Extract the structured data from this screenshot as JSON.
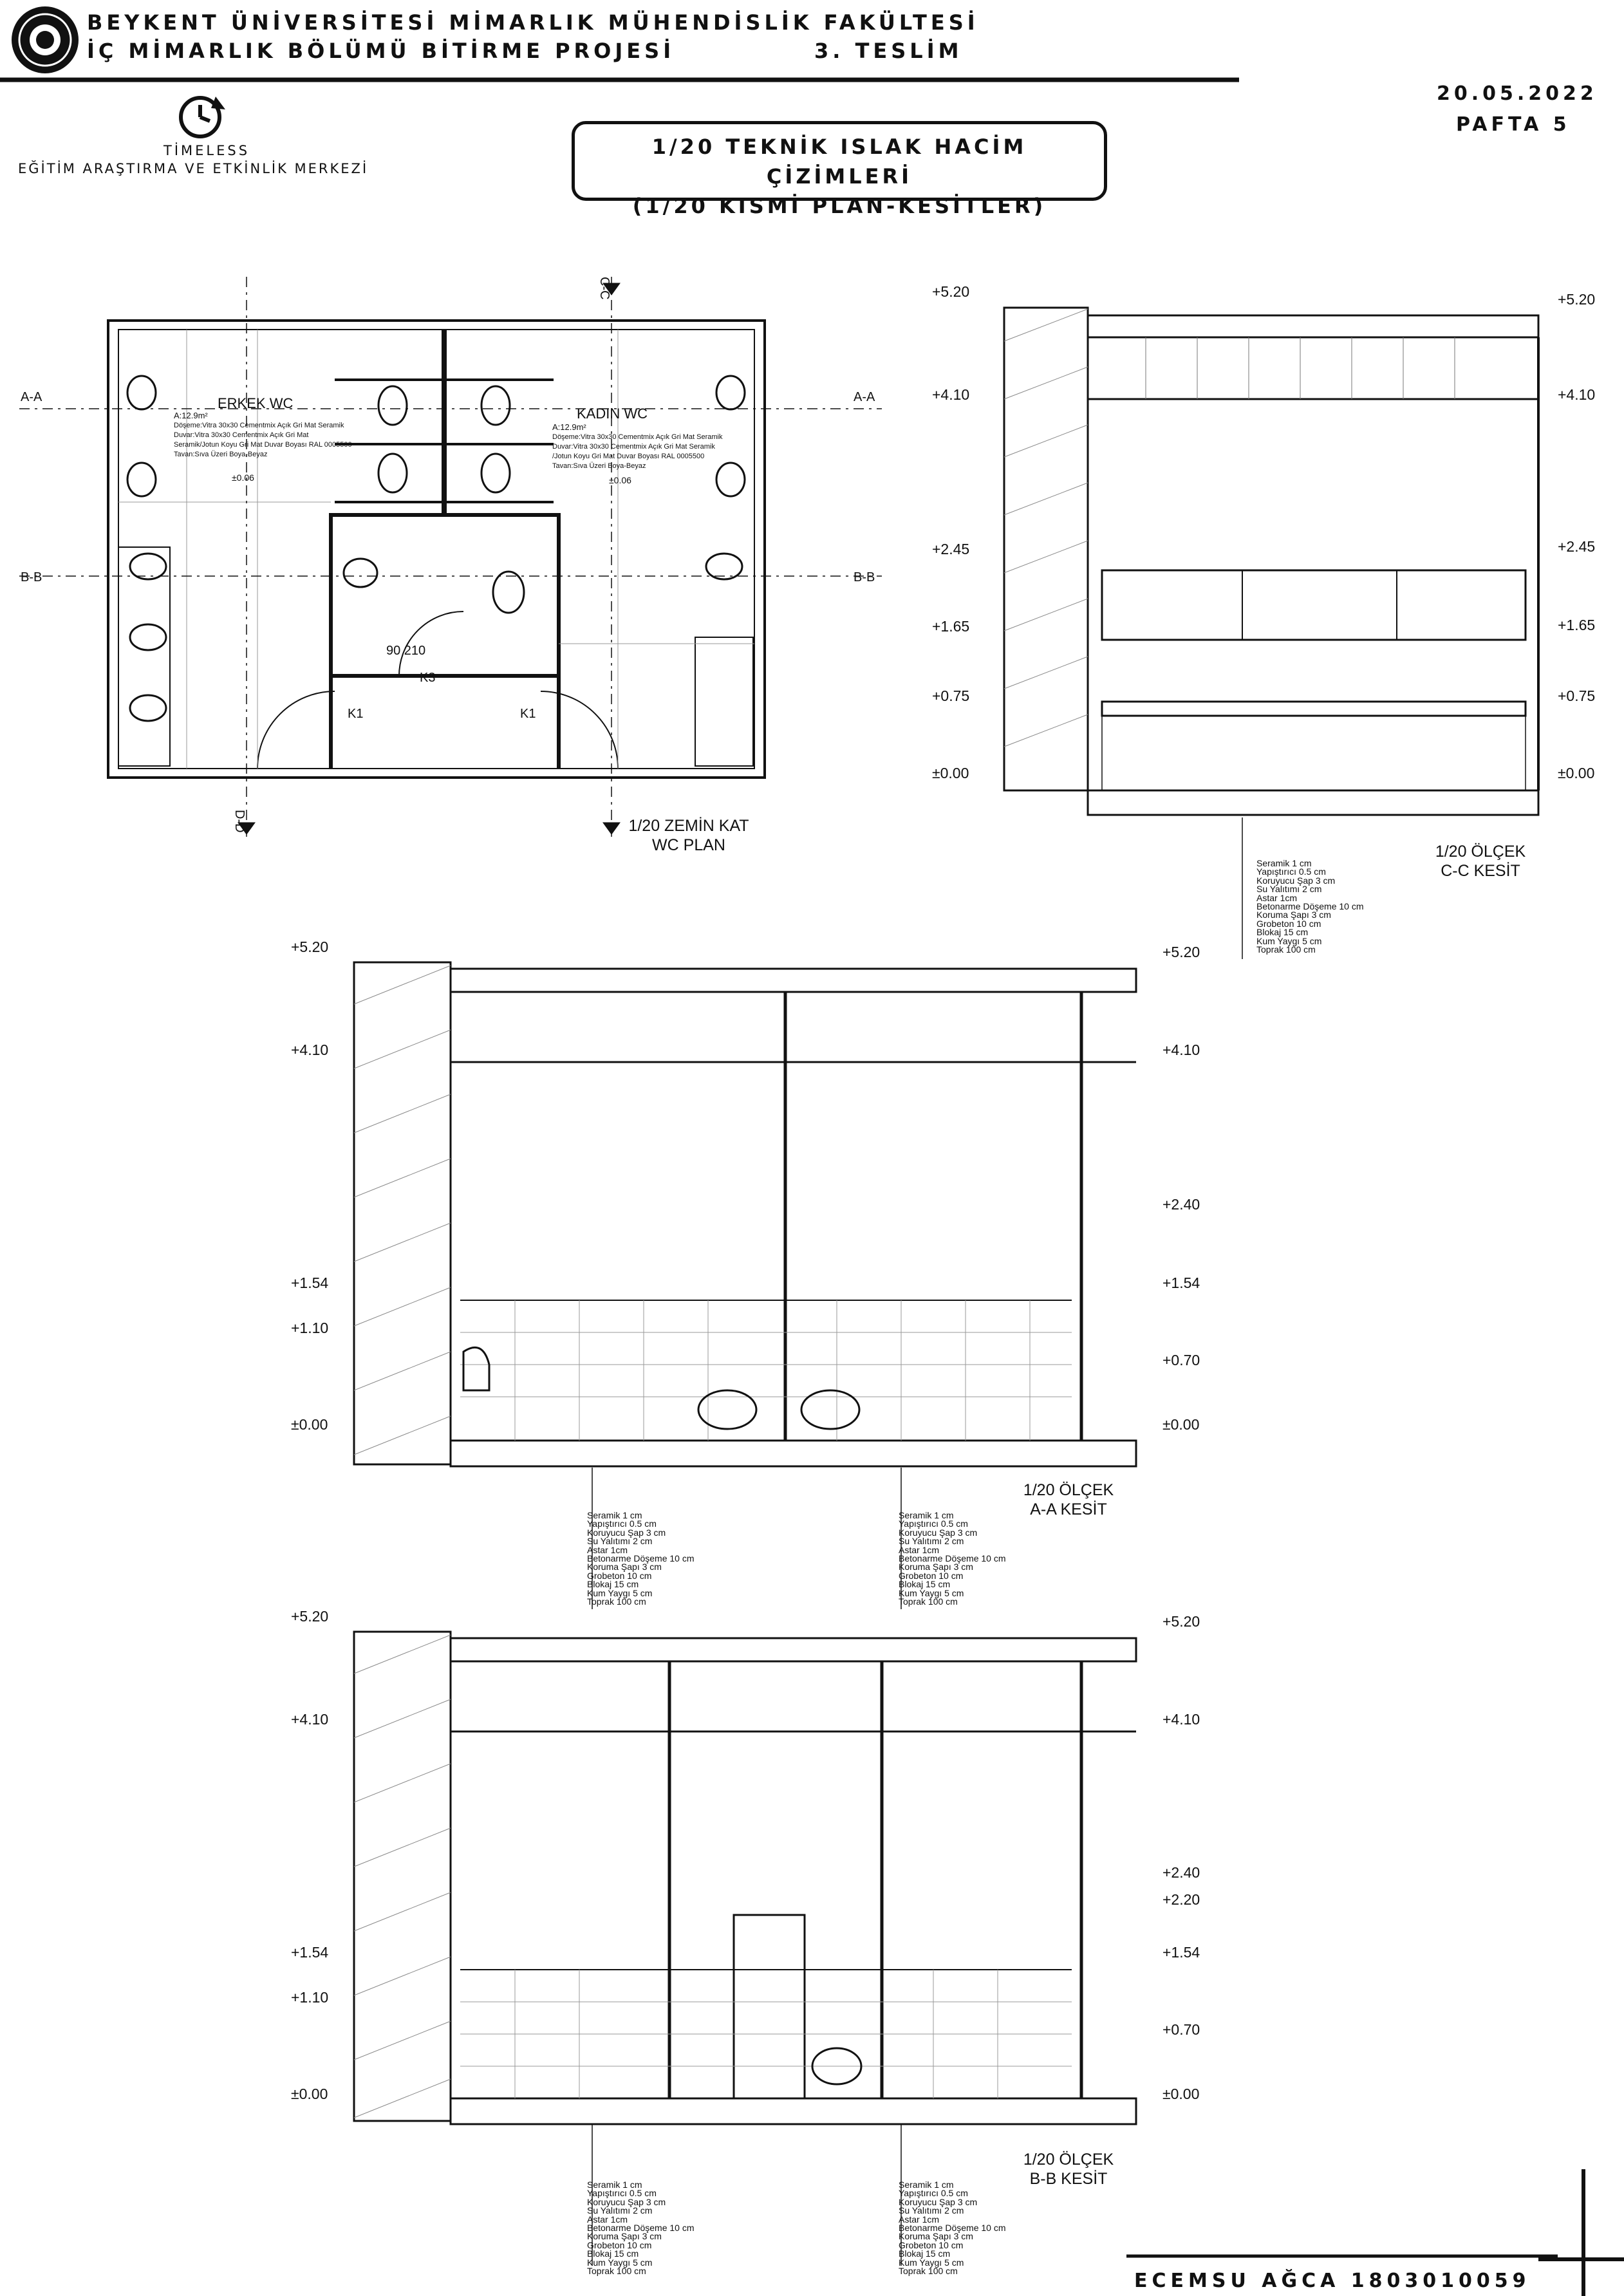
{
  "header": {
    "university_line": "BEYKENT ÜNİVERSİTESİ MİMARLIK MÜHENDİSLİK FAKÜLTESİ",
    "department_line": "İÇ MİMARLIK BÖLÜMÜ BİTİRME PROJESİ",
    "submission": "3. TESLİM",
    "date": "20.05.2022",
    "sheet": "PAFTA 5"
  },
  "project": {
    "logo_name": "TİMELESS",
    "subtitle": "EĞİTİM ARAŞTIRMA VE ETKİNLİK MERKEZİ"
  },
  "drawing_title": {
    "line1": "1/20 TEKNİK ISLAK HACİM ÇİZİMLERİ",
    "line2": "(1/20 KISMİ PLAN-KESİTLER)"
  },
  "plan": {
    "label_line1": "1/20 ZEMİN KAT",
    "label_line2": "WC PLAN",
    "room_men": "ERKEK WC",
    "room_women": "KADIN WC",
    "section_aa": "A-A",
    "section_bb": "B-B",
    "section_cc": "C-C",
    "section_dd": "D-D",
    "men_area": "A:12.9m²",
    "women_area": "A:12.9m²",
    "men_notes": [
      "Döşeme:Vitra 30x30 Cementmix Açık Gri Mat Seramik",
      "Duvar:Vitra 30x30 Cementmix Açık Gri Mat",
      "Seramik/Jotun Koyu Gri Mat Duvar Boyası RAL 0005500",
      "Tavan:Sıva Üzeri Boya-Beyaz"
    ],
    "women_notes": [
      "Döşeme:Vitra 30x30 Cementmix Açık Gri Mat Seramik",
      "Duvar:Vitra 30x30 Cementmix Açık Gri Mat Seramik",
      "/Jotun Koyu Gri Mat Duvar Boyası RAL 0005500",
      "Tavan:Sıva Üzeri Boya-Beyaz"
    ],
    "door_k1": "K1",
    "door_k3": "K3",
    "door_dim": "90 210",
    "elev_men": "±0.06",
    "elev_women": "±0.06"
  },
  "sections": {
    "cc": {
      "label_line1": "1/20 ÖLÇEK",
      "label_line2": "C-C KESİT",
      "levels_left": [
        "+5.20",
        "+4.10",
        "+2.45",
        "+1.65",
        "+0.75",
        "±0.00"
      ],
      "levels_right": [
        "+5.20",
        "+4.10",
        "+2.45",
        "+1.65",
        "+0.75",
        "±0.00"
      ]
    },
    "aa": {
      "label_line1": "1/20 ÖLÇEK",
      "label_line2": "A-A KESİT",
      "levels_left": [
        "+5.20",
        "+4.10",
        "+1.54",
        "+1.10",
        "±0.00"
      ],
      "levels_right": [
        "+5.20",
        "+4.10",
        "+2.40",
        "+1.54",
        "+0.70",
        "±0.00"
      ]
    },
    "bb": {
      "label_line1": "1/20 ÖLÇEK",
      "label_line2": "B-B KESİT",
      "levels_left": [
        "+5.20",
        "+4.10",
        "+1.54",
        "+1.10",
        "±0.00"
      ],
      "levels_right": [
        "+5.20",
        "+4.10",
        "+2.40",
        "+2.20",
        "+1.54",
        "+0.70",
        "±0.00"
      ]
    }
  },
  "floor_layers": [
    "Seramik 1 cm",
    "Yapıştırıcı 0.5 cm",
    "Koruyucu Şap 3 cm",
    "Su Yalıtımı 2 cm",
    "Astar 1cm",
    "Betonarme Döşeme 10 cm",
    "Koruma Şapı 3 cm",
    "Grobeton 10 cm",
    "Blokaj 15 cm",
    "Kum Yaygı 5 cm",
    "Toprak 100 cm"
  ],
  "author": "ECEMSU AĞCA 1803010059",
  "colors": {
    "ink": "#111111",
    "hatch": "#555555",
    "paper": "#ffffff"
  }
}
